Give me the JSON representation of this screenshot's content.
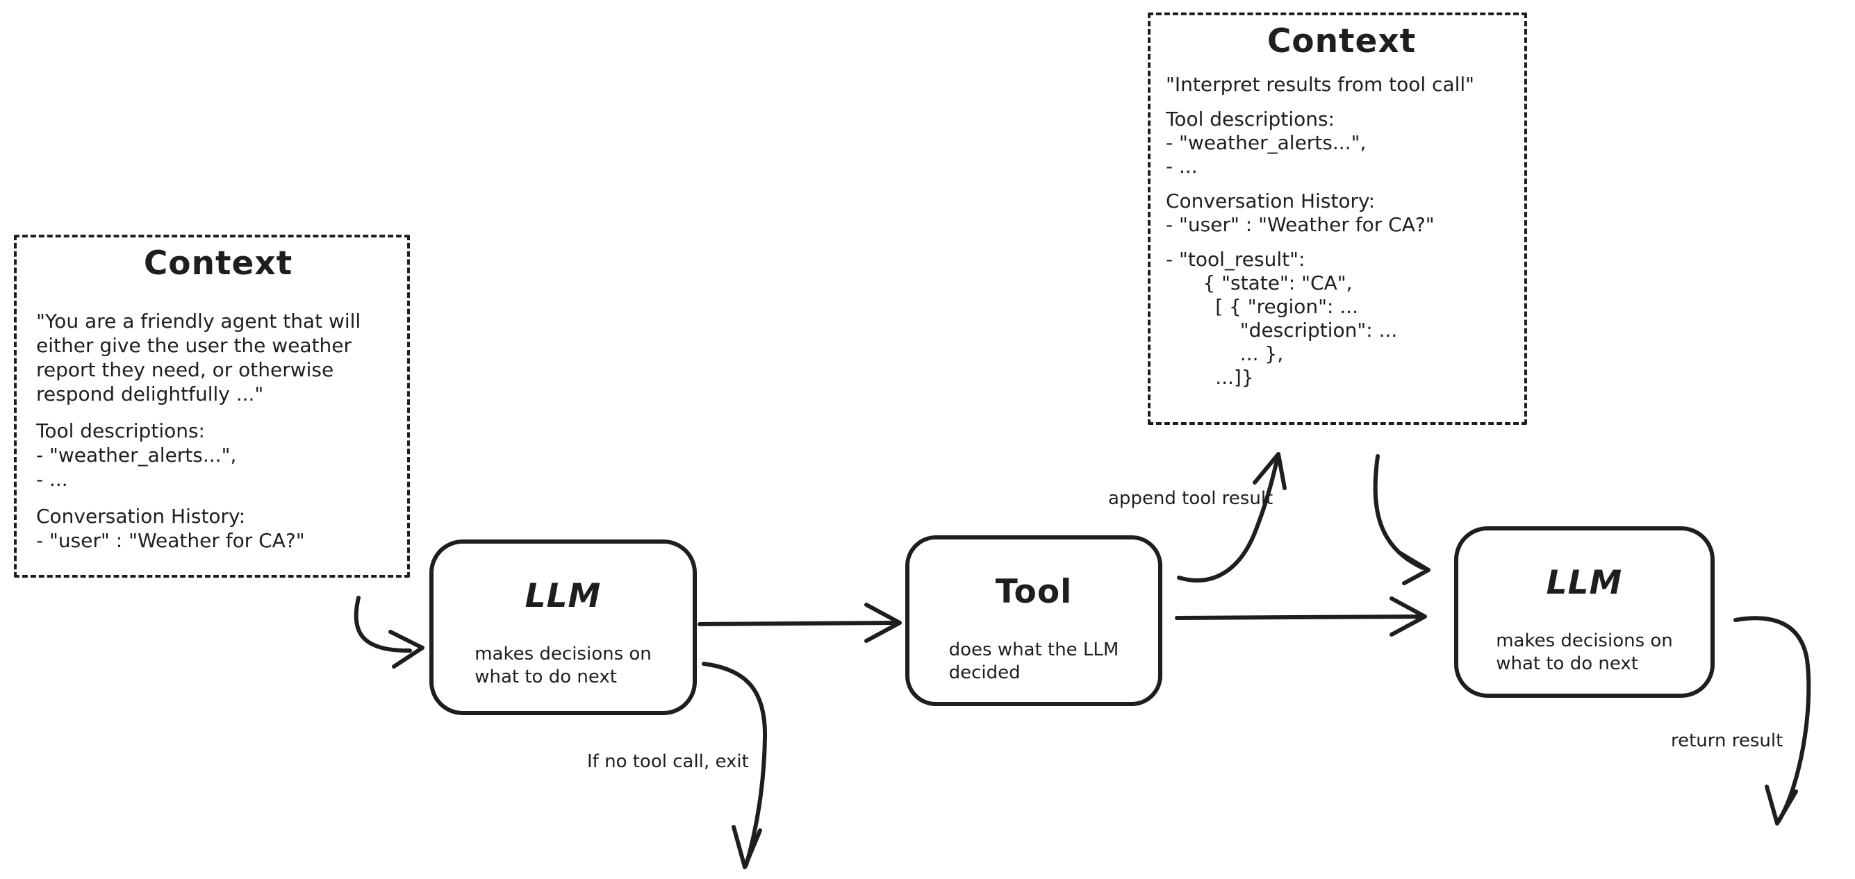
{
  "canvas": {
    "background_color": "#ffffff",
    "ink_color": "#1e1e1e"
  },
  "nodes": {
    "context_left": {
      "title": "Context",
      "sections": [
        [
          "\"You are a friendly agent that will",
          "either give the user the weather",
          "report they need, or otherwise",
          "respond delightfully ...\""
        ],
        [
          "Tool descriptions:",
          "- \"weather_alerts...\",",
          "- ..."
        ],
        [
          "Conversation History:",
          "- \"user\" : \"Weather for CA?\""
        ]
      ]
    },
    "context_top": {
      "title": "Context",
      "sections": [
        [
          "\"Interpret results from tool call\""
        ],
        [
          "Tool descriptions:",
          "- \"weather_alerts...\",",
          "- ..."
        ],
        [
          "Conversation History:",
          "- \"user\" : \"Weather for CA?\""
        ],
        [
          "- \"tool_result\":",
          "      { \"state\": \"CA\",",
          "        [ { \"region\": ...",
          "            \"description\": ...",
          "            ... },",
          "        ...]}"
        ]
      ]
    },
    "llm_first": {
      "title": "LLM",
      "subtitle_lines": [
        "makes decisions on",
        "what to do next"
      ]
    },
    "tool": {
      "title": "Tool",
      "subtitle_lines": [
        "does what the LLM",
        "decided"
      ]
    },
    "llm_second": {
      "title": "LLM",
      "subtitle_lines": [
        "makes decisions on",
        "what to do next"
      ]
    }
  },
  "edge_labels": {
    "append_tool_result": "append tool result",
    "no_tool_call_exit": "If no tool call, exit",
    "return_result": "return result"
  }
}
